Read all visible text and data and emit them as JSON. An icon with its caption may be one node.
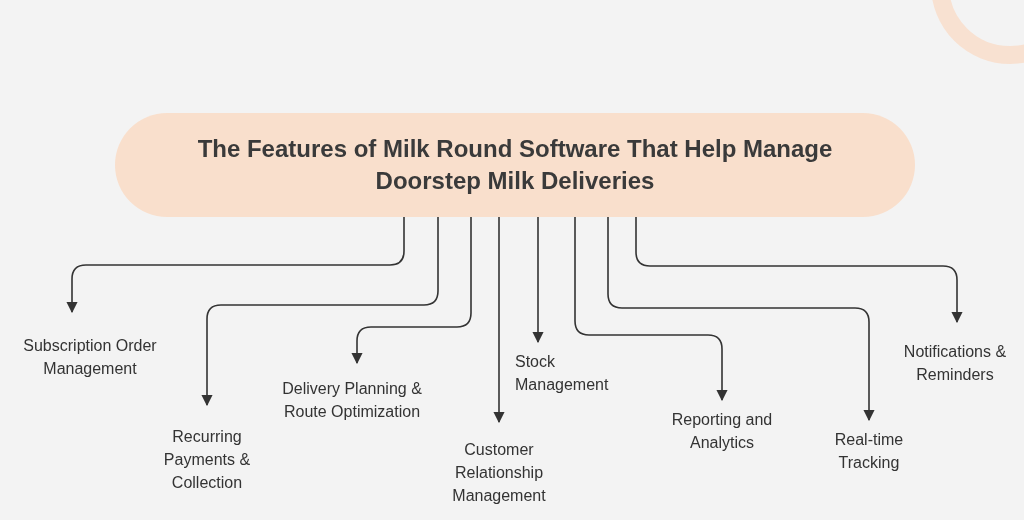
{
  "diagram": {
    "nodes": [
      {
        "text": [
          "The Features of Milk Round Software That Help Manage Doorstep Milk Deliveries"
        ]
      },
      {
        "text": [
          "Subscription Order Management"
        ]
      },
      {
        "text": [
          "Recurring Payments & Collection"
        ]
      },
      {
        "text": [
          "Delivery Planning & Route Optimization"
        ]
      },
      {
        "text": [
          "Customer Relationship Management"
        ]
      },
      {
        "text": [
          "Stock Management"
        ]
      },
      {
        "text": [
          "Reporting and Analytics"
        ]
      },
      {
        "text": [
          "Real-time Tracking"
        ]
      },
      {
        "text": [
          "Notifications & Reminders"
        ]
      }
    ],
    "edges": [
      {
        "from": 0,
        "to": 1,
        "arrow": "to"
      },
      {
        "from": 0,
        "to": 2,
        "arrow": "to"
      },
      {
        "from": 0,
        "to": 3,
        "arrow": "to"
      },
      {
        "from": 0,
        "to": 4,
        "arrow": "to"
      },
      {
        "from": 0,
        "to": 5,
        "arrow": "to"
      },
      {
        "from": 0,
        "to": 6,
        "arrow": "to"
      },
      {
        "from": 0,
        "to": 7,
        "arrow": "to"
      },
      {
        "from": 0,
        "to": 8,
        "arrow": "to"
      }
    ]
  }
}
